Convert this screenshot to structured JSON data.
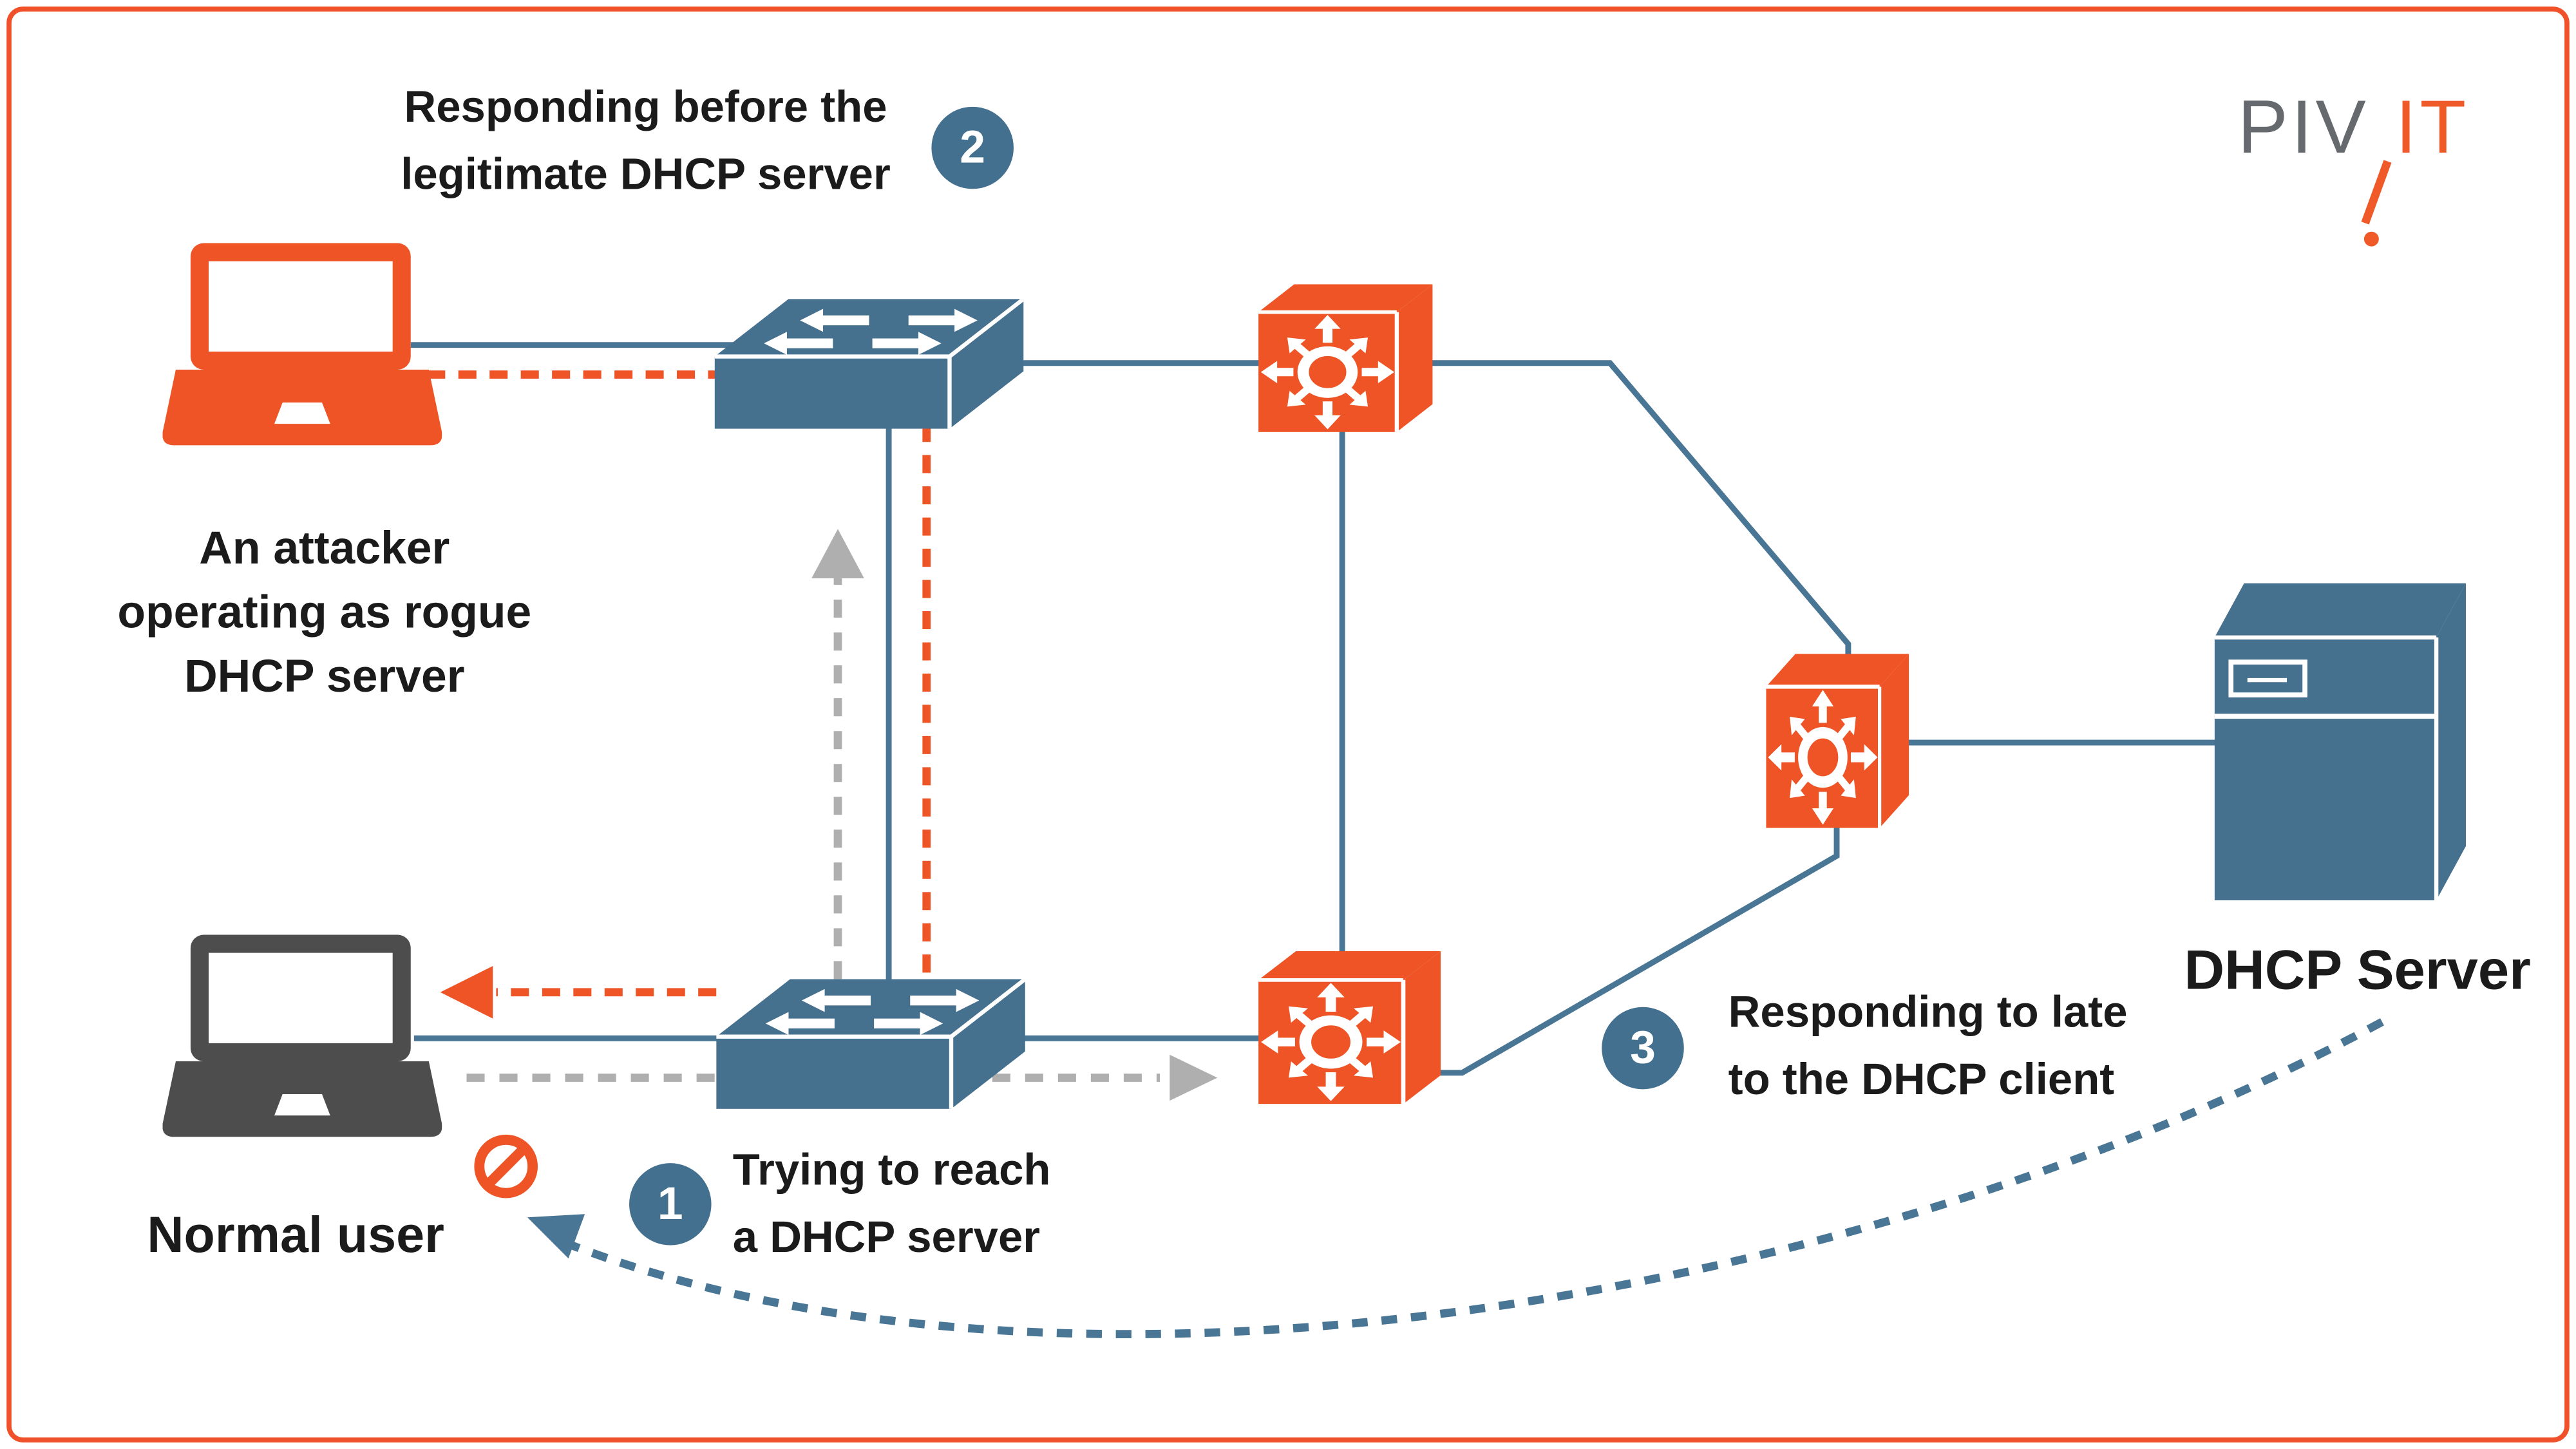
{
  "page": {
    "background": "#ffffff",
    "border_color": "#F0512A"
  },
  "logo": {
    "gray_text": "PIV",
    "orange_text": "IT",
    "gray_hex": "#66696D",
    "orange_hex": "#F05A28"
  },
  "colors": {
    "orange": "#EE5426",
    "steel_blue_shape": "#45708E",
    "line_blue": "#4A7695",
    "gray_dash": "#AFAFAF",
    "laptop_gray": "#4D4D4D",
    "badge_blue": "#44708F",
    "text": "#1B1B1B"
  },
  "nodes": {
    "attacker": {
      "label_lines": [
        "An attacker",
        "operating as rogue",
        "DHCP server"
      ]
    },
    "normal_user": {
      "label": "Normal user"
    },
    "dhcp_server": {
      "label": "DHCP Server"
    }
  },
  "steps": [
    {
      "number": "1",
      "lines": [
        "Trying to reach",
        "a DHCP server"
      ]
    },
    {
      "number": "2",
      "lines": [
        "Responding before the",
        "legitimate DHCP server"
      ]
    },
    {
      "number": "3",
      "lines": [
        "Responding to late",
        "to the DHCP client"
      ]
    }
  ],
  "icons": [
    "laptop-icon",
    "switch-3d-icon",
    "router-cube-icon",
    "server-tower-icon",
    "no-entry-icon",
    "up-arrow-icon",
    "left-arrow-icon",
    "right-arrow-icon"
  ]
}
